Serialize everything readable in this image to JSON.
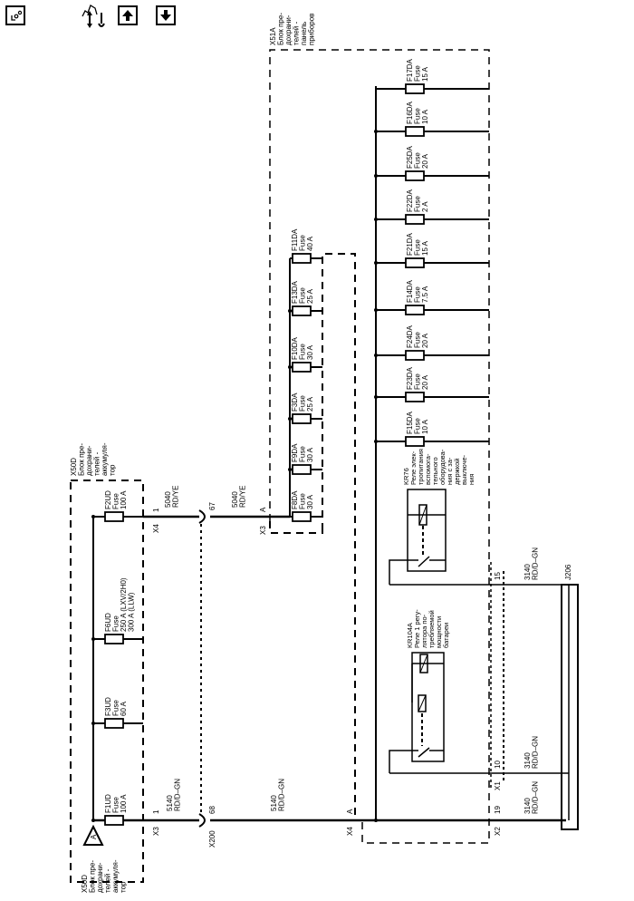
{
  "toolbar": {
    "buttons": [
      {
        "name": "location-button",
        "icon": "location-icon"
      },
      {
        "name": "connector-tools-button",
        "icon": "connector-tools-icon"
      },
      {
        "name": "page-up-button",
        "icon": "arrow-up-icon"
      },
      {
        "name": "page-down-button",
        "icon": "arrow-down-icon"
      }
    ]
  },
  "diagram": {
    "blocks": {
      "x50d_top": [
        "X50D",
        "Блок пре-",
        "дохрани-",
        "телей -",
        "аккумуля-",
        "тор"
      ],
      "x50d_bottom": [
        "X50D",
        "Блок пре-",
        "дохрани-",
        "телей -",
        "аккумуля-",
        "тор"
      ],
      "x51a": [
        "X51A",
        "Блок пре-",
        "дохрани-",
        "телей -",
        "панель",
        "приборов"
      ]
    },
    "x50d_fuses": [
      {
        "id": "F1UD",
        "type": "Fuse",
        "rating": "100 A"
      },
      {
        "id": "F3UD",
        "type": "Fuse",
        "rating": "60 A"
      },
      {
        "id": "F6UD",
        "type": "Fuse",
        "rating": "250 A (LXV/2H0)",
        "rating2": "300 A (LLW)"
      },
      {
        "id": "F2UD",
        "type": "Fuse",
        "rating": "100 A"
      }
    ],
    "x51a_fuses_left": [
      {
        "id": "F8DA",
        "type": "Fuse",
        "rating": "30 A"
      },
      {
        "id": "F9DA",
        "type": "Fuse",
        "rating": "30 A"
      },
      {
        "id": "F3DA",
        "type": "Fuse",
        "rating": "25 A"
      },
      {
        "id": "F10DA",
        "type": "Fuse",
        "rating": "30 A"
      },
      {
        "id": "F13DA",
        "type": "Fuse",
        "rating": "25 A"
      },
      {
        "id": "F11DA",
        "type": "Fuse",
        "rating": "40 A"
      }
    ],
    "x51a_fuses_right": [
      {
        "id": "F15DA",
        "type": "Fuse",
        "rating": "10 A"
      },
      {
        "id": "F23DA",
        "type": "Fuse",
        "rating": "20 A"
      },
      {
        "id": "F24DA",
        "type": "Fuse",
        "rating": "20 A"
      },
      {
        "id": "F14DA",
        "type": "Fuse",
        "rating": "7.5 A"
      },
      {
        "id": "F21DA",
        "type": "Fuse",
        "rating": "15 A"
      },
      {
        "id": "F22DA",
        "type": "Fuse",
        "rating": "2 A"
      },
      {
        "id": "F25DA",
        "type": "Fuse",
        "rating": "20 A"
      },
      {
        "id": "F16DA",
        "type": "Fuse",
        "rating": "10 A"
      },
      {
        "id": "F17DA",
        "type": "Fuse",
        "rating": "15 A"
      }
    ],
    "relays": {
      "kr76": [
        "KR76",
        "Реле элек-",
        "тропитания",
        "вспомога-",
        "тельного",
        "оборудова-",
        "ния с за-",
        "держкой",
        "выключе-",
        "ния"
      ],
      "kr104a": [
        "KR104A",
        "Реле 1 регу-",
        "лятора по-",
        "требляемой",
        "мощности",
        "батареи"
      ]
    },
    "ground_symbol": "A",
    "wires": {
      "w5140_a": [
        "5140",
        "RD/D–GN"
      ],
      "w5140_b": [
        "5140",
        "RD/D–GN"
      ],
      "w5040_a": [
        "5040",
        "RD/YE"
      ],
      "w5040_b": [
        "5040",
        "RD/YE"
      ],
      "w3140_top": [
        "3140",
        "RD/D–GN"
      ],
      "w3140_mid": [
        "3140",
        "RD/D–GN"
      ],
      "w3140_bot": [
        "3140",
        "RD/D–GN"
      ]
    },
    "connectors": {
      "x3_1": "X3",
      "x3_1_pin": "1",
      "x4_1": "X4",
      "x4_1_pin": "1",
      "x200": "X200",
      "x200_pin68": "68",
      "x200_pin67": "67",
      "x3_a": "X3",
      "x3_a_pin": "A",
      "x4_a": "X4",
      "x4_a_pin": "A",
      "x1": "X1",
      "x1_pin10": "10",
      "x1_pin15": "15",
      "x2": "X2",
      "x2_pin19": "19",
      "j206": "J206"
    }
  }
}
